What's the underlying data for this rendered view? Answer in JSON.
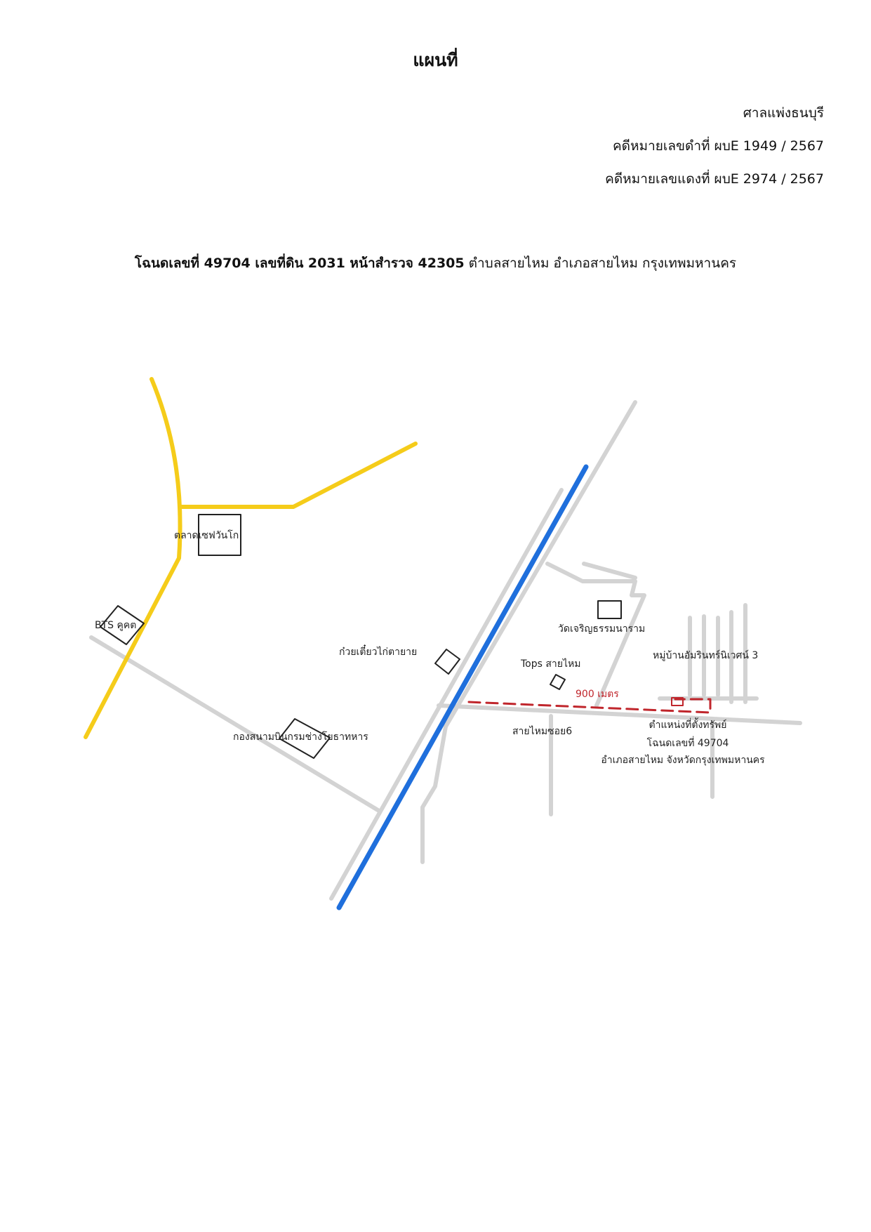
{
  "title": "แผนที่",
  "court": {
    "name": "ศาลแพ่งธนบุรี",
    "black_case": "คดีหมายเลขดำที่ ผบE 1949 / 2567",
    "red_case": "คดีหมายเลขแดงที่ ผบE 2974 / 2567"
  },
  "deed": {
    "bold": "โฉนดเลขที่ 49704 เลขที่ดิน 2031 หน้าสำรวจ 42305",
    "rest": " ตำบลสายไหม อำเภอสายไหม กรุงเทพมหานคร"
  },
  "map": {
    "colors": {
      "expressway": "#f5cc1a",
      "bts_line": "#1f6fdc",
      "road": "#d3d3d3",
      "landmark": "#222222",
      "route": "#c0262c"
    },
    "labels": {
      "market": "ตลาดเซฟวันโก",
      "bts": "BTS คูคต",
      "noodle": "ก๋วยเตี๋ยวไก่ตายาย",
      "temple": "วัดเจริญธรรมนาราม",
      "tops": "Tops สายไหม",
      "village": "หมู่บ้านอัมรินทร์นิเวศน์ 3",
      "distance": "900 เมตร",
      "airforce": "กองสนามบินกรมช่างโยธาทหาร",
      "soi": "สายไหมซอย6",
      "property_title": "ตำแหน่งที่ตั้งทรัพย์",
      "property_deed": "โฉนดเลขที่ 49704",
      "property_district": "อำเภอสายไหม จังหวัดกรุงเทพมหานคร"
    }
  }
}
